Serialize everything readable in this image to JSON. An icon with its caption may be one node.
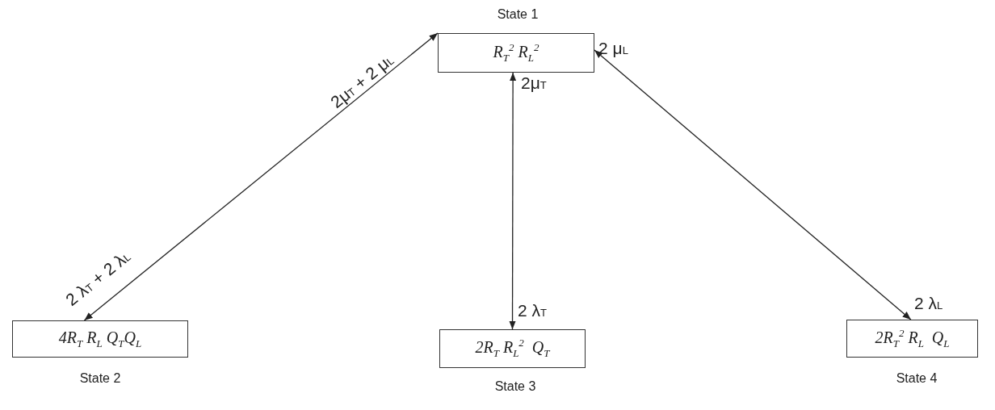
{
  "diagram": {
    "nodes": [
      {
        "text": [
          "R$_{T}$$^{2}$ R$_{L}$$^{2}$"
        ],
        "beside": [
          "State 1"
        ]
      },
      {
        "text": [
          "4R$_{T}$ R$_{L}$ Q$_{T}$Q$_{L}$"
        ],
        "beside": [
          "State 2"
        ]
      },
      {
        "text": [
          "2R$_{T}$ R$_{L}$$^{2}$  Q$_{T}$"
        ],
        "beside": [
          "State 3"
        ]
      },
      {
        "text": [
          "2R$_{T}$$^{2}$ R$_{L}$  Q$_{L}$"
        ],
        "beside": [
          "State 4"
        ]
      }
    ],
    "edges": [
      {
        "from": 0,
        "to": 1,
        "arrow": "both",
        "label": "2 λ$_{T}$ + 2 λ$_{L}$"
      },
      {
        "from": 0,
        "to": 2,
        "arrow": "both",
        "label": "2 λ$_{T}$"
      },
      {
        "from": 0,
        "to": 3,
        "arrow": "both",
        "label": "2 λ$_{L}$"
      }
    ],
    "labels": [
      "2μ$_{T}$ + 2 μ$_{L}$",
      "2μ$_{T}$",
      "2 μ$_{L}$"
    ]
  }
}
